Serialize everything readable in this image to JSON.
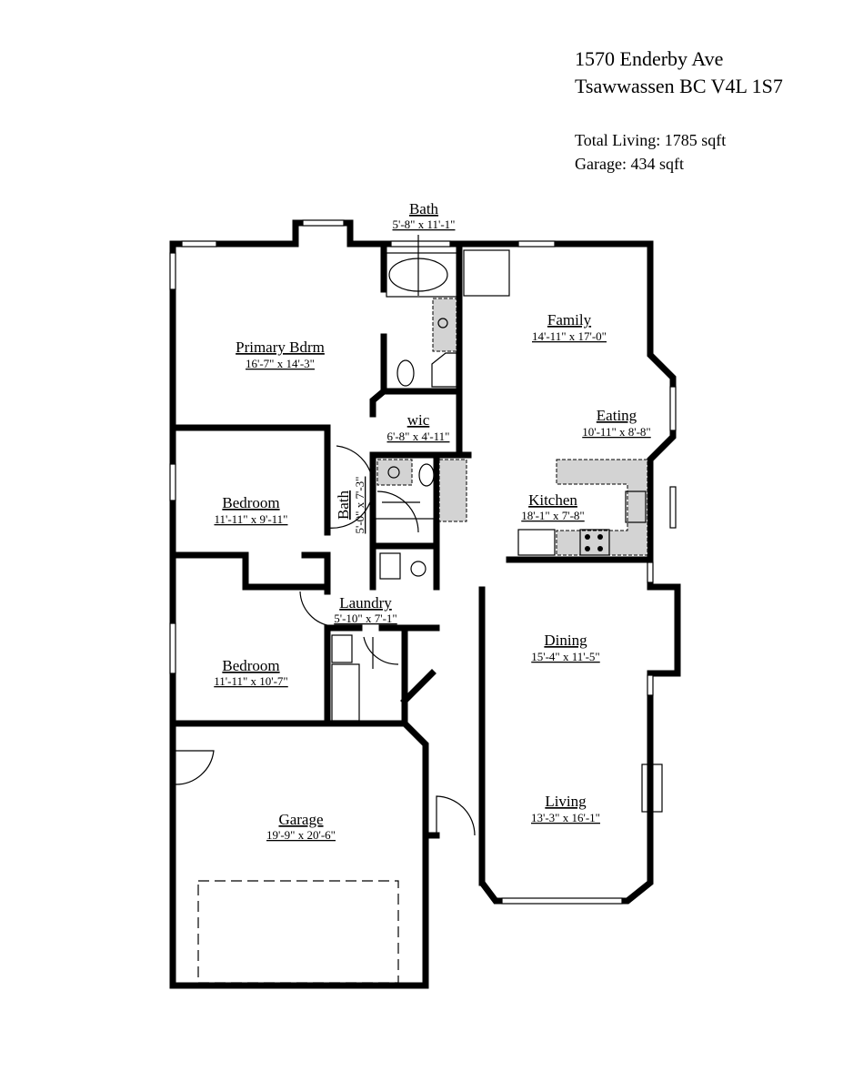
{
  "header": {
    "address_line1": "1570 Enderby Ave",
    "address_line2": "Tsawwassen BC V4L 1S7",
    "total_living": "Total Living: 1785 sqft",
    "garage_area": "Garage: 434 sqft"
  },
  "rooms": {
    "bath_primary": {
      "name": "Bath",
      "dims": "5'-8\" x 11'-1\""
    },
    "primary_bdrm": {
      "name": "Primary Bdrm",
      "dims": "16'-7\" x 14'-3\""
    },
    "family": {
      "name": "Family",
      "dims": "14'-11\" x 17'-0\""
    },
    "wic": {
      "name": "wic",
      "dims": "6'-8\" x 4'-11\""
    },
    "eating": {
      "name": "Eating",
      "dims": "10'-11\" x 8'-8\""
    },
    "bedroom1": {
      "name": "Bedroom",
      "dims": "11'-11\" x 9'-11\""
    },
    "bath2": {
      "name": "Bath",
      "dims": "5'-0\" x 7'-3\""
    },
    "kitchen": {
      "name": "Kitchen",
      "dims": "18'-1\" x 7'-8\""
    },
    "laundry": {
      "name": "Laundry",
      "dims": "5'-10\" x 7'-1\""
    },
    "dining": {
      "name": "Dining",
      "dims": "15'-4\" x 11'-5\""
    },
    "bedroom2": {
      "name": "Bedroom",
      "dims": "11'-11\" x 10'-7\""
    },
    "garage": {
      "name": "Garage",
      "dims": "19'-9\" x 20'-6\""
    },
    "living": {
      "name": "Living",
      "dims": "13'-3\" x 16'-1\""
    }
  },
  "colors": {
    "wall": "#000000",
    "counter": "#d3d3d3",
    "background": "#ffffff"
  }
}
